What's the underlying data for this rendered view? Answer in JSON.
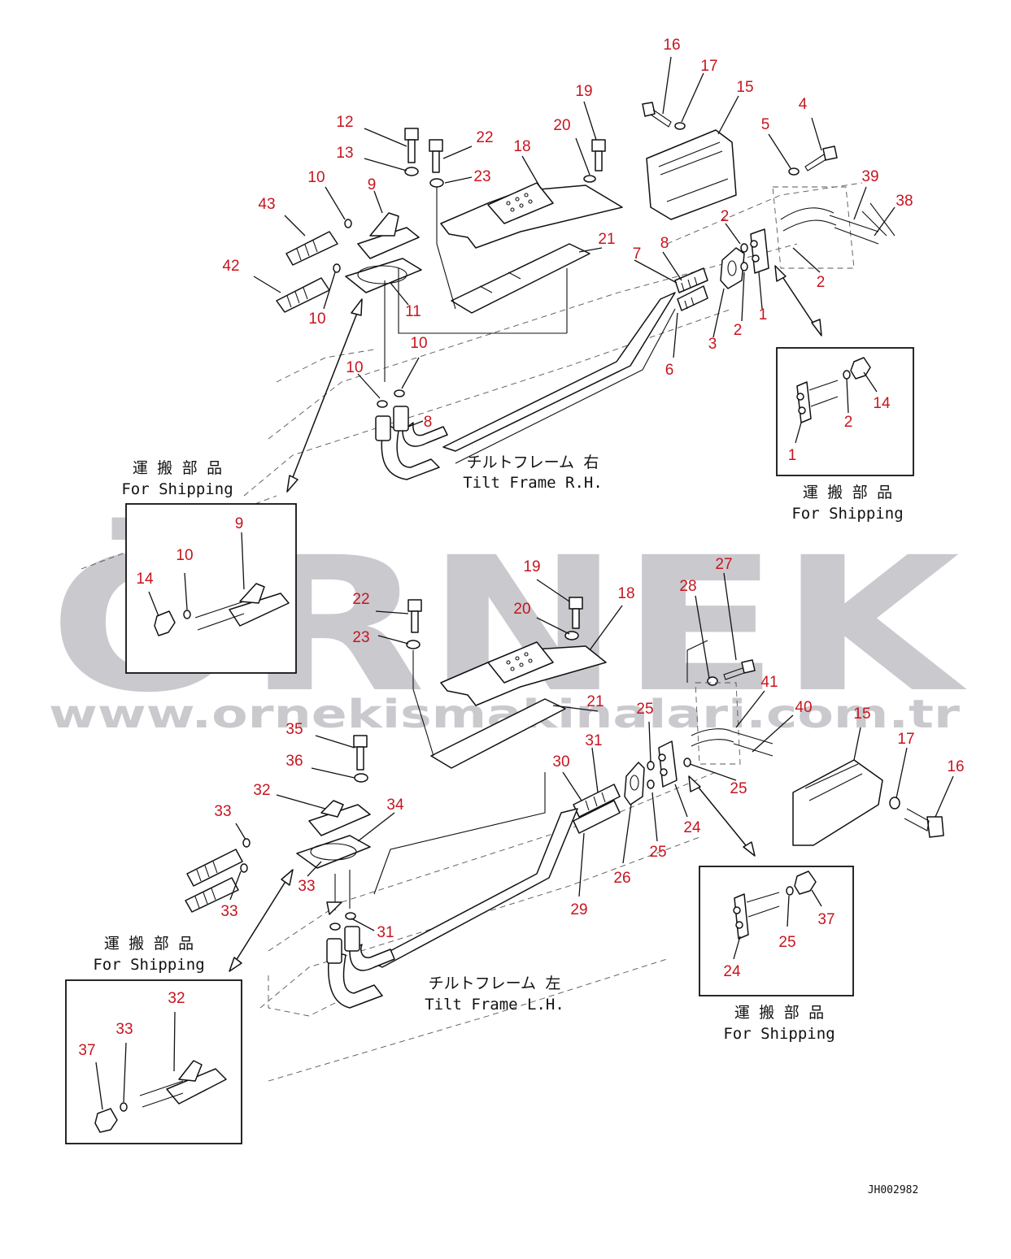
{
  "watermark": {
    "brand": "ÖRNEK",
    "url": "www.ornekismakinalari.com.tr",
    "color": "#c9c9ce",
    "accent": "#f3e3a6"
  },
  "drawing_code": "JH002982",
  "labels": {
    "tilt_rh_jp": "チルトフレーム 右",
    "tilt_rh_en": "Tilt Frame R.H.",
    "tilt_lh_jp": "チルトフレーム 左",
    "tilt_lh_en": "Tilt Frame L.H.",
    "shipping_jp": "運 搬 部 品",
    "shipping_en": "For Shipping"
  },
  "callouts": {
    "c16a": "16",
    "c17a": "17",
    "c15a": "15",
    "c4": "4",
    "c5": "5",
    "c19a": "19",
    "c20a": "20",
    "c12": "12",
    "c22a": "22",
    "c18a": "18",
    "c13": "13",
    "c23a": "23",
    "c10a": "10",
    "c9a": "9",
    "c43": "43",
    "c39": "39",
    "c38": "38",
    "c2a": "2",
    "c21a": "21",
    "c8a": "8",
    "c7": "7",
    "c42": "42",
    "c2b": "2",
    "c10b": "10",
    "c11": "11",
    "c2c": "2",
    "c1a": "1",
    "c3": "3",
    "c10c": "10",
    "c10d": "10",
    "c6": "6",
    "c8b": "8",
    "c14a": "14",
    "c2d": "2",
    "c1b": "1",
    "c9b": "9",
    "c10e": "10",
    "c14b": "14",
    "c19b": "19",
    "c27": "27",
    "c22b": "22",
    "c18b": "18",
    "c28": "28",
    "c20b": "20",
    "c23b": "23",
    "c41": "41",
    "c21b": "21",
    "c25a": "25",
    "c40": "40",
    "c15b": "15",
    "c35": "35",
    "c31a": "31",
    "c17b": "17",
    "c16b": "16",
    "c36": "36",
    "c30": "30",
    "c25b": "25",
    "c32a": "32",
    "c34": "34",
    "c33a": "33",
    "c24a": "24",
    "c25c": "25",
    "c26": "26",
    "c33b": "33",
    "c33c": "33",
    "c29": "29",
    "c31b": "31",
    "c37a": "37",
    "c25d": "25",
    "c24b": "24",
    "c32b": "32",
    "c33d": "33",
    "c37b": "37"
  }
}
